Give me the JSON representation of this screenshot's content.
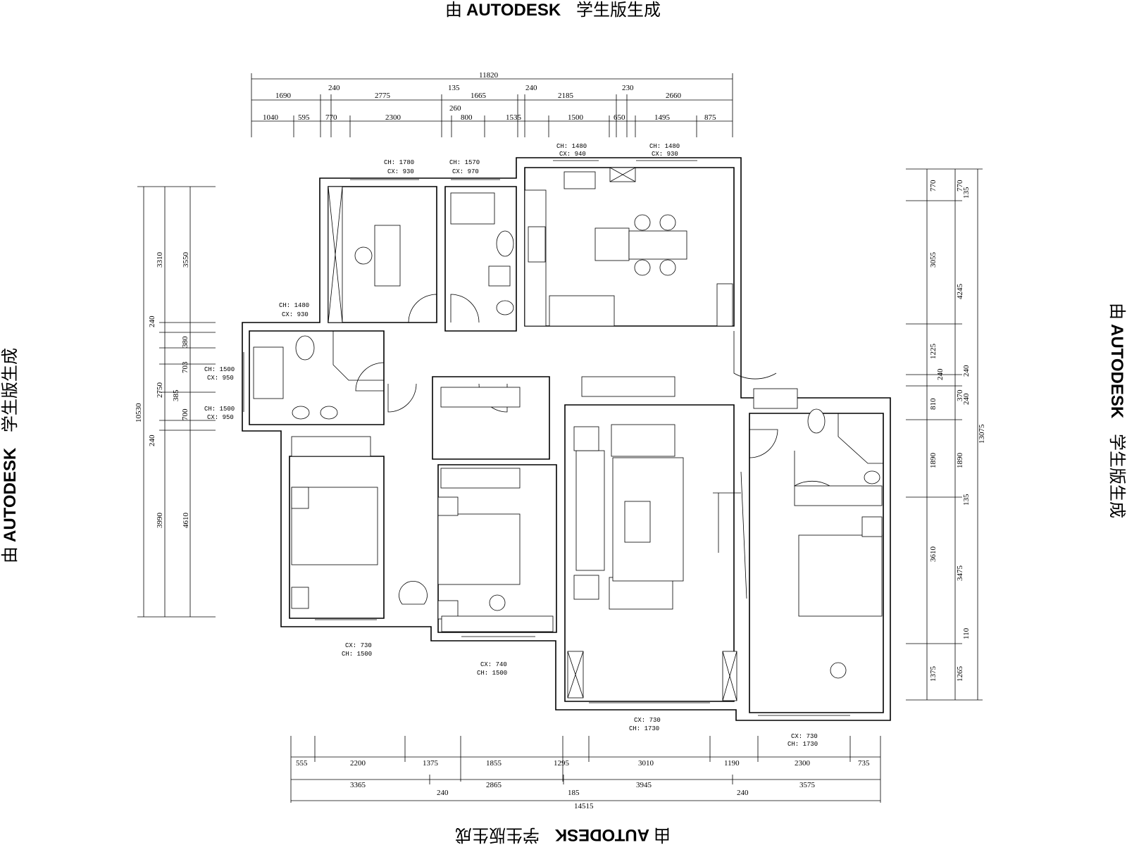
{
  "watermark": {
    "prefix": "由",
    "brand": "AUTODESK",
    "suffix": "学生版生成"
  },
  "dimensions": {
    "top_total": "11820",
    "top_row1": [
      "1690",
      "240",
      "2775",
      "135",
      "1665",
      "240",
      "2185",
      "230",
      "2660"
    ],
    "top_row2": [
      "1040",
      "595",
      "770",
      "2300",
      "260",
      "800",
      "1535",
      "1500",
      "650",
      "1495",
      "875"
    ],
    "bottom_row1": [
      "555",
      "2200",
      "1375",
      "1855",
      "1295",
      "3010",
      "1190",
      "2300",
      "735"
    ],
    "bottom_row2": [
      "3365",
      "240",
      "2865",
      "185",
      "3945",
      "240",
      "3575"
    ],
    "bottom_total": "14515",
    "left_total": "10530",
    "left_col1": [
      "3310",
      "240",
      "380",
      "385",
      "703",
      "700",
      "240",
      "3990"
    ],
    "left_col2": [
      "3550",
      "2750",
      "4610"
    ],
    "right_col1": [
      "770",
      "3055",
      "1225",
      "240",
      "810",
      "1890",
      "3610",
      "1375"
    ],
    "right_col2": [
      "770",
      "135",
      "4245",
      "240",
      "370",
      "240",
      "1890",
      "135",
      "3475",
      "110",
      "1265"
    ],
    "right_total": "13075"
  },
  "window_labels": [
    {
      "line1": "CH: 1780",
      "line2": "CX: 930"
    },
    {
      "line1": "CH: 1570",
      "line2": "CX: 970"
    },
    {
      "line1": "CH: 1480",
      "line2": "CX: 940"
    },
    {
      "line1": "CH: 1480",
      "line2": "CX: 930"
    },
    {
      "line1": "CH: 1480",
      "line2": "CX: 930"
    },
    {
      "line1": "CH: 1500",
      "line2": "CX: 950"
    },
    {
      "line1": "CH: 1500",
      "line2": "CX: 950"
    },
    {
      "line1": "CX: 730",
      "line2": "CH: 1500"
    },
    {
      "line1": "CX: 740",
      "line2": "CH: 1500"
    },
    {
      "line1": "CX: 730",
      "line2": "CH: 1730"
    },
    {
      "line1": "CX: 730",
      "line2": "CH: 1730"
    }
  ]
}
